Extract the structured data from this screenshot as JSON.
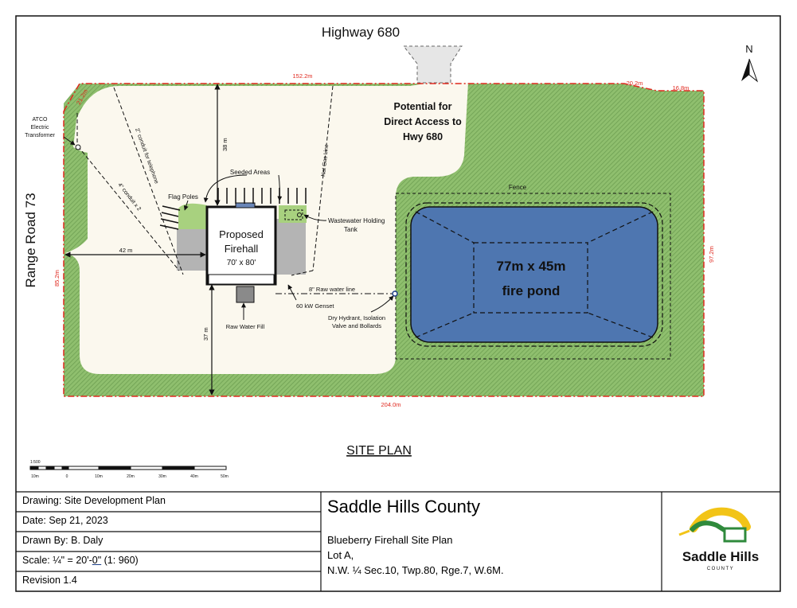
{
  "plan": {
    "highway_label": "Highway 680",
    "range_road_label": "Range Road 73",
    "north_label": "N",
    "site_plan_title": "SITE PLAN",
    "potential_access": [
      "Potential for",
      "Direct Access to",
      "Hwy 680"
    ],
    "firehall": [
      "Proposed",
      "Firehall",
      "70' x 80'"
    ],
    "pond": [
      "77m x 45m",
      "fire pond"
    ],
    "fence_label": "Fence",
    "seeded_areas": "Seeded Areas",
    "flag_poles": "Flag Poles",
    "wastewater": [
      "Wastewater Holding",
      "Tank"
    ],
    "atco": [
      "ATCO",
      "Electric",
      "Transformer"
    ],
    "conduit_phone": "2\" conduit for telephone",
    "conduit_power": "4\" conduit x 2",
    "gas_line": "Nat Gas Line",
    "raw_water_line": "8\" Raw water line",
    "genset": "60 kW Genset",
    "raw_water_fill": "Raw Water Fill",
    "hydrant": [
      "Dry Hydrant, Isolation",
      "Valve and Bollards"
    ],
    "dim_38": "38 m",
    "dim_42": "42 m",
    "dim_37": "37 m",
    "bd_top": "152.2m",
    "bd_top_r1": "20.2m",
    "bd_top_r2": "16.8m",
    "bd_right": "97.2m",
    "bd_bottom": "204.0m",
    "bd_left": "85.2m",
    "bd_diag": "21.2m",
    "scale_ratio": "1:500",
    "scale_ticks": [
      "10m",
      "0",
      "10m",
      "20m",
      "30m",
      "40m",
      "50m"
    ]
  },
  "title_block": {
    "drawing": "Drawing: Site Development Plan",
    "date": "Date: Sep 21, 2023",
    "drawn_by": "Drawn By: B. Daly",
    "scale_prefix": "Scale: ¼\" = 20'-",
    "scale_underlined": "0\"",
    "scale_suffix": " (1: 960)",
    "revision": "Revision 1.4",
    "county": "Saddle Hills County",
    "project": "Blueberry Firehall Site Plan",
    "lot": "Lot A,",
    "legal": "N.W. ¼ Sec.10, Twp.80, Rge.7, W.6M.",
    "logo_main": "Saddle Hills",
    "logo_sub": "COUNTY"
  },
  "colors": {
    "grass": "#8fbf6e",
    "pad": "#fbf8ee",
    "pond": "#4e76b0",
    "boundary": "#e0291f",
    "building_gray": "#b4b4b4",
    "seed_green": "#a8d17f",
    "logo_yellow": "#f2c417",
    "logo_green": "#2f8a3c"
  }
}
